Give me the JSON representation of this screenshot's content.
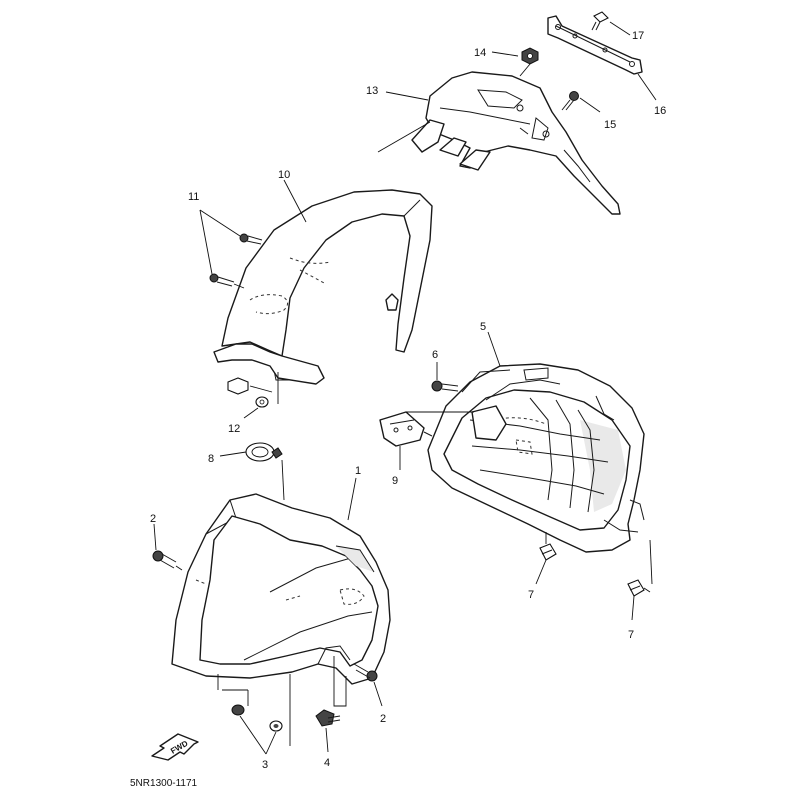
{
  "diagram": {
    "code": "5NR1300-1171",
    "fwd_label": "FWD",
    "callouts": {
      "c1": "1",
      "c2a": "2",
      "c2b": "2",
      "c3": "3",
      "c4": "4",
      "c5": "5",
      "c6": "6",
      "c7a": "7",
      "c7b": "7",
      "c8": "8",
      "c9": "9",
      "c10": "10",
      "c11": "11",
      "c12": "12",
      "c13": "13",
      "c14": "14",
      "c15": "15",
      "c16": "16",
      "c17": "17"
    }
  }
}
